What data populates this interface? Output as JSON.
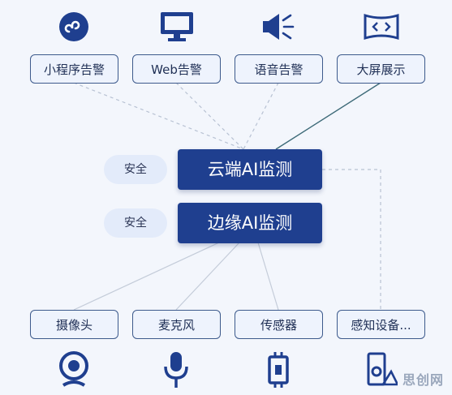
{
  "top_labels": [
    "小程序告警",
    "Web告警",
    "语音告警",
    "大屏展示"
  ],
  "top_icons": [
    "mini-program-icon",
    "monitor-icon",
    "speaker-icon",
    "big-screen-icon"
  ],
  "core_cloud": "云端AI监测",
  "core_edge": "边缘AI监测",
  "safe_cloud": "安全",
  "safe_edge": "安全",
  "bottom_labels": [
    "摄像头",
    "麦克风",
    "传感器",
    "感知设备..."
  ],
  "bottom_icons": [
    "webcam-icon",
    "microphone-icon",
    "sensor-chip-icon",
    "device-icon"
  ],
  "watermark": "思创网",
  "colors": {
    "accent": "#1f3f8f",
    "line": "#3d5a8c",
    "dash": "#9aa7bc",
    "bg": "#f3f6fc"
  }
}
